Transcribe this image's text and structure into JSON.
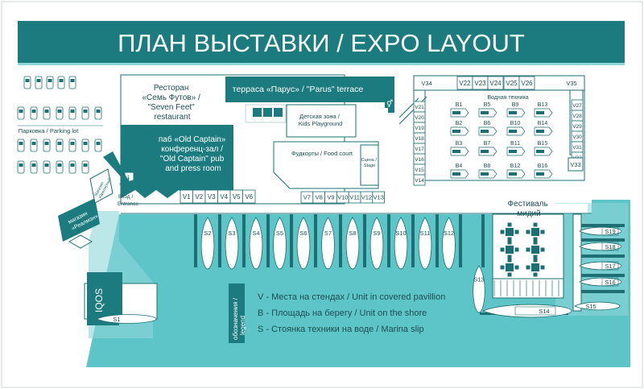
{
  "title": "ПЛАН ВЫСТАВКИ / EXPO LAYOUT",
  "colors": {
    "teal": "#1b7b7f",
    "water": "#5dc4c8",
    "water_light": "#8ed7d8",
    "stroke": "#1d6f73"
  },
  "areas": {
    "restaurant": [
      "Ресторан",
      "«Семь Футов» /",
      "\"Seven Feet\"",
      "restaurant"
    ],
    "terrace": "терраса «Парус» / \"Parus\" terrace",
    "pub": [
      "паб «Old Captain»",
      "конференц-зал /",
      "\"Old Captain\" pub",
      "and press room"
    ],
    "kids": [
      "Детская зона /",
      "Kids Playground"
    ],
    "food_court": "Фудкорты / Food court",
    "stage": [
      "Сцена /",
      "Stage"
    ],
    "parking": "Парковка / Parking lot",
    "shops": [
      "магазин",
      "«Реалмэн»"
    ],
    "shops2": [
      "Магазин",
      "Ювелирный"
    ],
    "entrance": [
      "Вход /",
      "Entrance"
    ],
    "water_tech": "Водная техника",
    "festival": [
      "Фестиваль",
      "мидий"
    ],
    "iqos": "IQOS",
    "info_icon": "i"
  },
  "v_units": {
    "bottom_row_a": [
      "V1",
      "V2",
      "V3",
      "V4",
      "V5",
      "V6"
    ],
    "bottom_row_b": [
      "V7",
      "V8",
      "V9",
      "V10",
      "V11",
      "V12",
      "V13"
    ],
    "top_row": [
      "V22",
      "V23",
      "V24",
      "V25",
      "V26"
    ],
    "corner_left": "V34",
    "corner_right": "V35",
    "left_col": [
      "V21",
      "V20",
      "V19",
      "V18",
      "V17",
      "V16",
      "V15",
      "V14"
    ],
    "right_col": [
      "V27",
      "V28",
      "V29",
      "V30",
      "V31",
      "V32"
    ],
    "single": "V33"
  },
  "b_units": [
    [
      "B1",
      "B2",
      "B3",
      "B4"
    ],
    [
      "B5",
      "B6",
      "B7",
      "B8"
    ],
    [
      "B9",
      "B10",
      "B11",
      "B12"
    ],
    [
      "B13",
      "B14",
      "B15",
      "B16"
    ]
  ],
  "s_units": {
    "pier_boats": [
      "S2",
      "S3",
      "S4",
      "S5",
      "S6",
      "S7",
      "S8",
      "S9",
      "S10",
      "S11",
      "S12"
    ],
    "s13": "S13",
    "s14": "S14",
    "s15": "S15",
    "right_boats": [
      "S19",
      "S18",
      "S17",
      "S16"
    ],
    "s1": "S1"
  },
  "legend": {
    "label": [
      "обозначения /",
      "legend"
    ],
    "items": [
      "V - Места на стендах / Unit in covered pavillion",
      "B - Площадь на берегу / Unit on the shore",
      "S - Стоянка техники на воде / Marina slip"
    ]
  }
}
